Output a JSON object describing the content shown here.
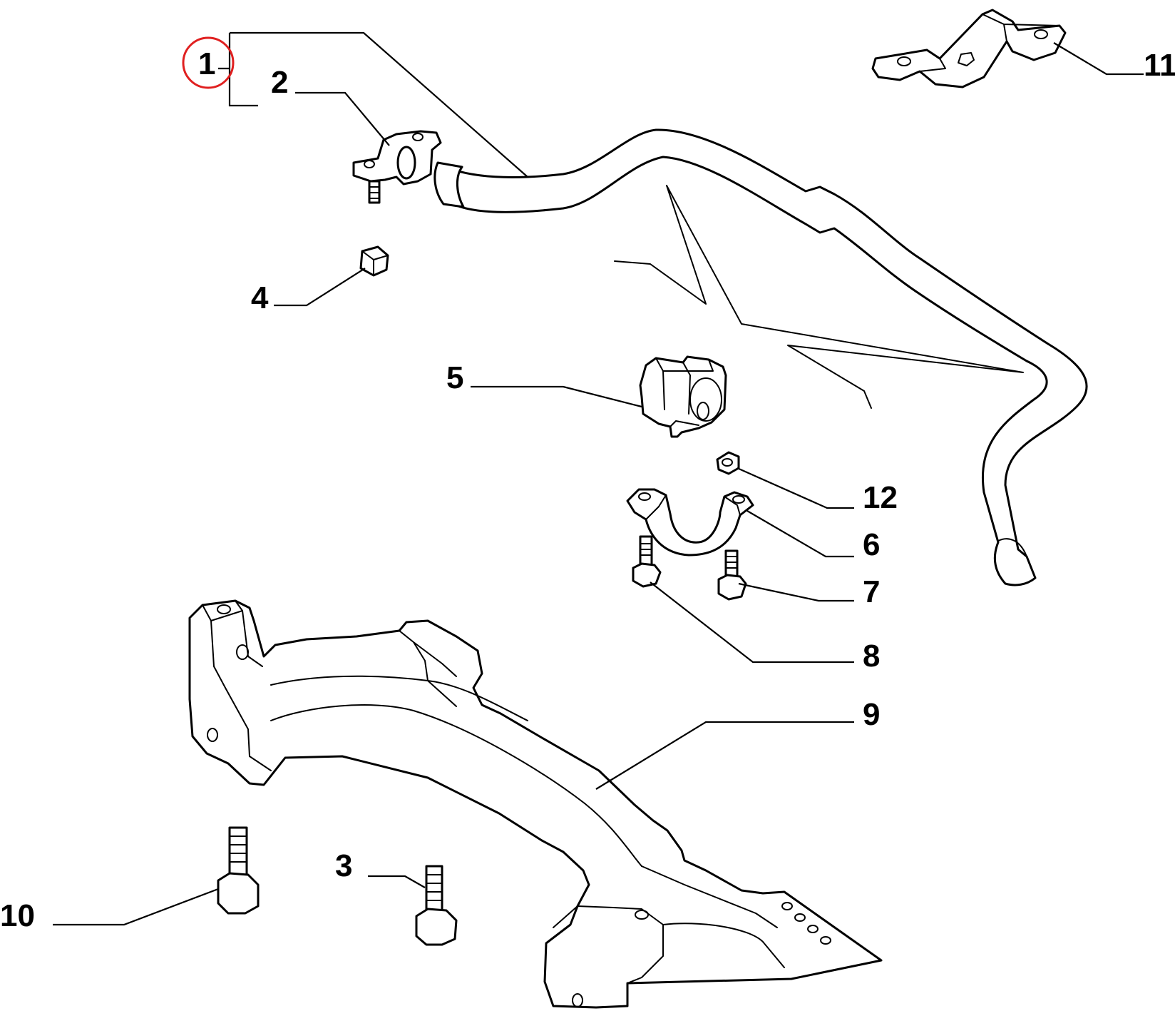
{
  "callouts": {
    "c1": "1",
    "c2": "2",
    "c3": "3",
    "c4": "4",
    "c5": "5",
    "c6": "6",
    "c7": "7",
    "c8": "8",
    "c9": "9",
    "c10": "10",
    "c11": "11",
    "c12": "12"
  },
  "highlighted_callout": "1",
  "colors": {
    "line": "#000000",
    "background": "#ffffff",
    "highlight": "#e02020"
  }
}
